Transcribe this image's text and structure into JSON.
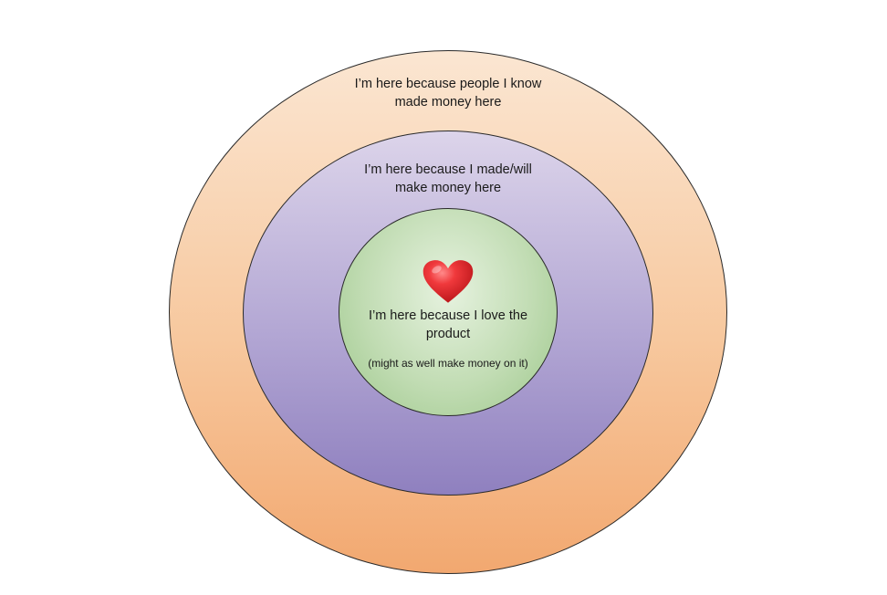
{
  "diagram": {
    "rings": [
      {
        "level": "outer",
        "lines": [
          "I’m here because people I know",
          "made money here"
        ],
        "color": "#f7c89e"
      },
      {
        "level": "middle",
        "lines": [
          "I’m here because I made/will",
          "make money here"
        ],
        "color": "#b3a7d4"
      },
      {
        "level": "inner",
        "lines": [
          "I’m here because I love the",
          "product"
        ],
        "note": "(might as well make money on it)",
        "color": "#c1dcb3"
      }
    ],
    "center_icon": "heart-icon",
    "heart_color": "#e0262b"
  }
}
